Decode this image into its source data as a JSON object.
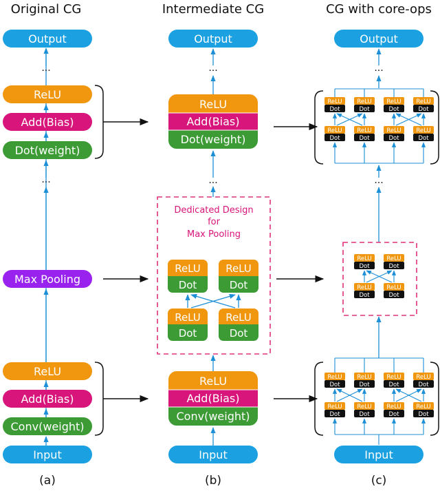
{
  "columns": [
    {
      "title": "Original CG",
      "caption": "(a)"
    },
    {
      "title": "Intermediate CG",
      "caption": "(b)"
    },
    {
      "title": "CG with core-ops",
      "caption": "(c)"
    }
  ],
  "labels": {
    "output": "Output",
    "input": "Input",
    "relu": "ReLU",
    "add_bias": "Add(Bias)",
    "dot_weight": "Dot(weight)",
    "conv_weight": "Conv(weight)",
    "max_pooling": "Max Pooling",
    "relu_small": "ReLU",
    "dot_small": "Dot",
    "ellipsis": "...",
    "dedicated_line1": "Dedicated Design",
    "dedicated_line2": "for",
    "dedicated_line3": "Max Pooling"
  },
  "colors": {
    "blue": "#1ba1e2",
    "orange": "#f0960f",
    "magenta": "#d8157a",
    "green": "#3c9b34",
    "purple": "#9a22ee",
    "black": "#111111",
    "arrow_blue": "#1c8fd6",
    "dashed_pink": "#e0307a"
  }
}
